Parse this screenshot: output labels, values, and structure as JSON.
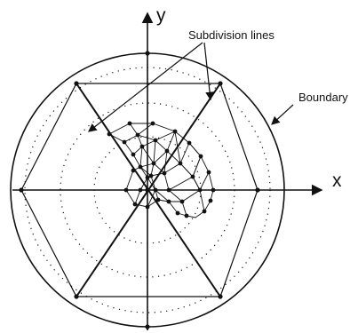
{
  "labels": {
    "y_axis": "y",
    "x_axis": "x",
    "subdivision": "Subdivision lines",
    "boundary": "Boundary"
  },
  "colors": {
    "stroke": "#111111",
    "background": "#ffffff"
  }
}
